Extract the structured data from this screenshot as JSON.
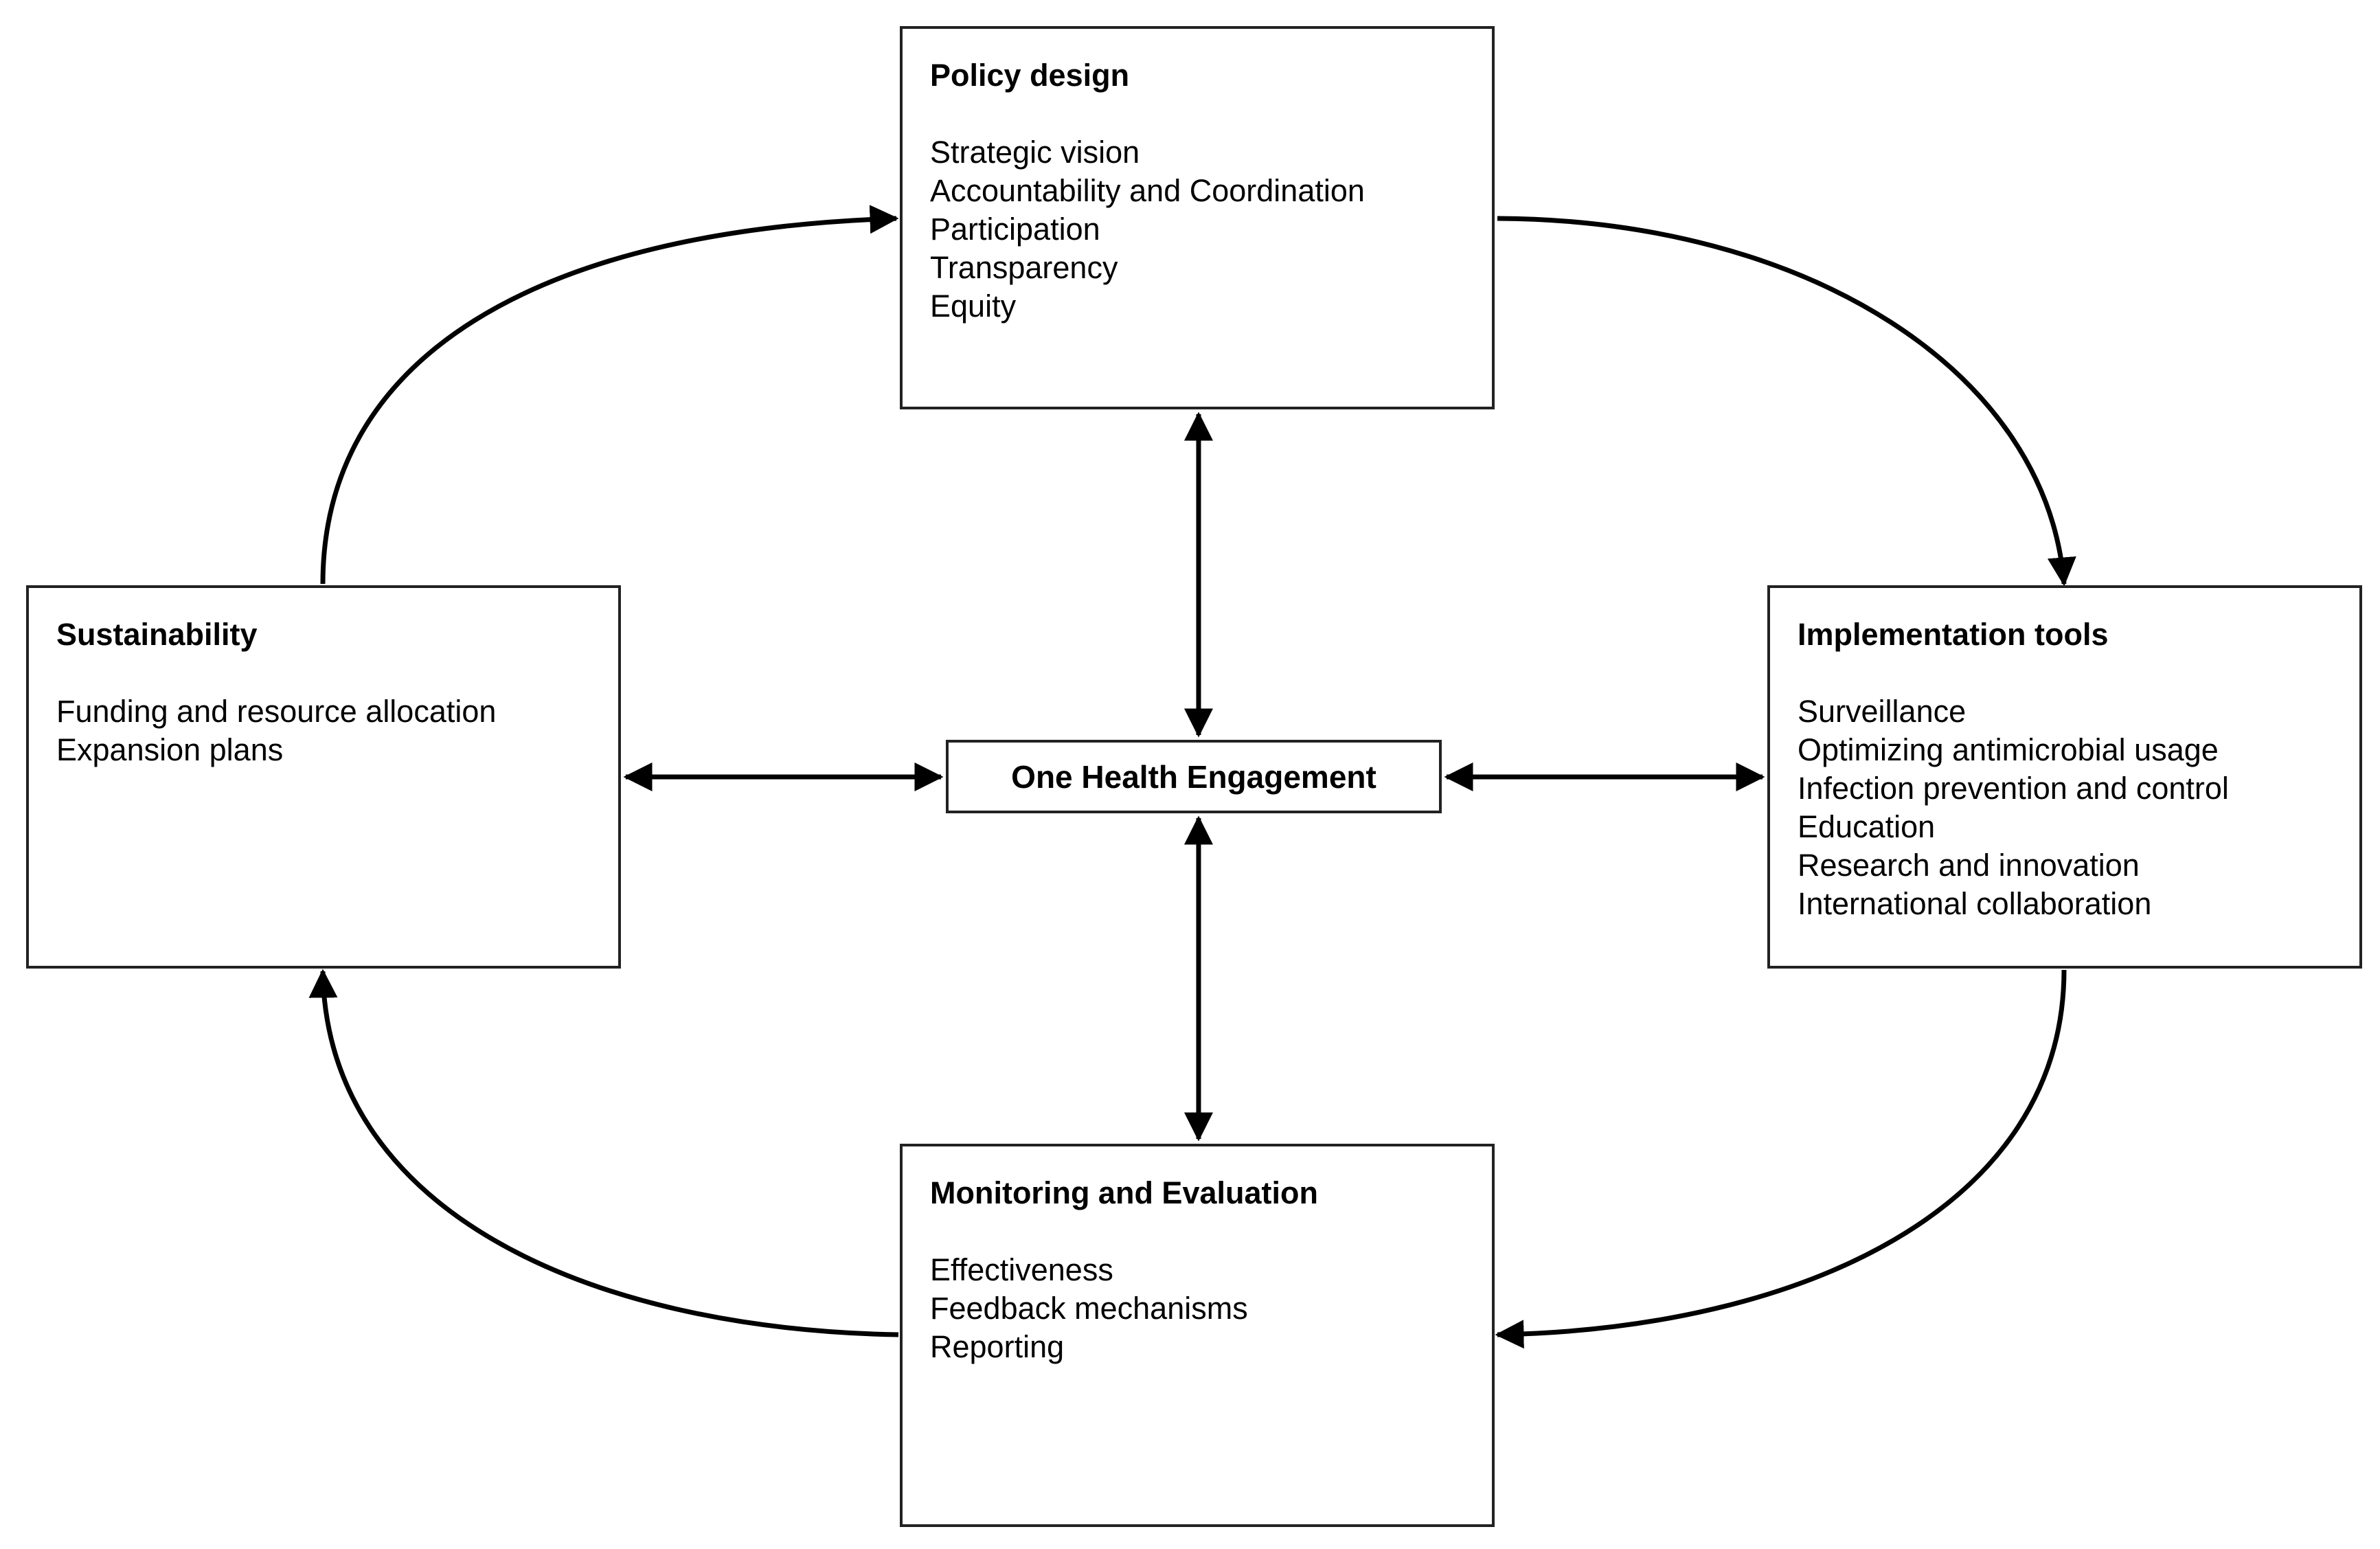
{
  "diagram": {
    "center": {
      "title": "One Health Engagement"
    },
    "policy_design": {
      "title": "Policy design",
      "items": [
        "Strategic vision",
        "Accountability and Coordination",
        "Participation",
        "Transparency",
        "Equity"
      ]
    },
    "implementation_tools": {
      "title": "Implementation tools",
      "items": [
        "Surveillance",
        "Optimizing antimicrobial usage",
        "Infection prevention and control",
        "Education",
        "Research and innovation",
        "International collaboration"
      ]
    },
    "monitoring_evaluation": {
      "title": "Monitoring and Evaluation",
      "items": [
        "Effectiveness",
        "Feedback mechanisms",
        "Reporting"
      ]
    },
    "sustainability": {
      "title": "Sustainability",
      "items": [
        "Funding and resource allocation",
        "Expansion plans"
      ]
    },
    "colors": {
      "stroke": "#000000",
      "box_border": "#222222",
      "background": "#ffffff"
    }
  }
}
